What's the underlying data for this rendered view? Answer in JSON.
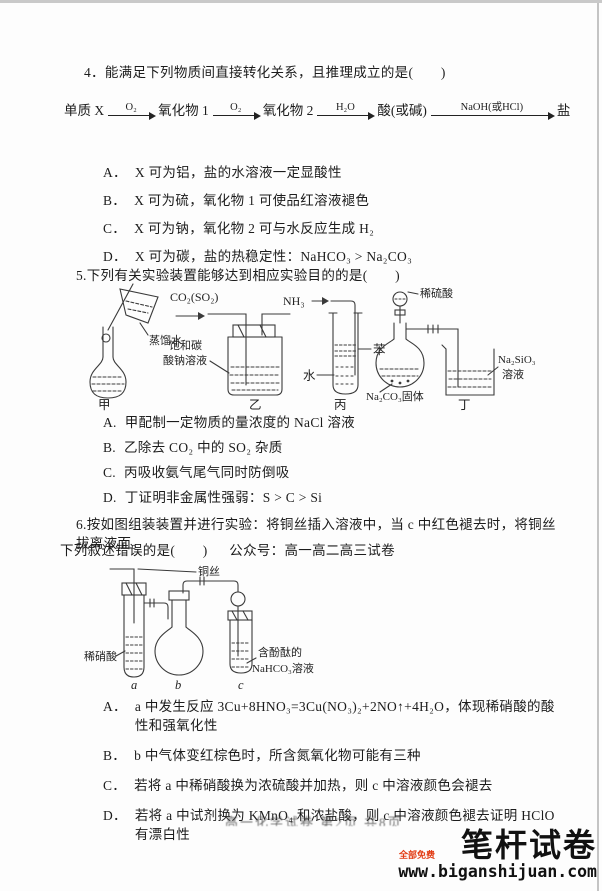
{
  "q4": {
    "stem": "4．能满足下列物质间直接转化关系，且推理成立的是(　　)",
    "flow": {
      "nodes": [
        "单质 X",
        "氧化物 1",
        "氧化物 2",
        "酸(或碱)",
        "盐"
      ],
      "arrows": [
        "O₂",
        "O₂",
        "H₂O",
        "NaOH(或HCl)"
      ]
    },
    "options": [
      {
        "label": "A．",
        "text": "X 可为铝，盐的水溶液一定显酸性"
      },
      {
        "label": "B．",
        "text": "X 可为硫，氧化物 1 可使品红溶液褪色"
      },
      {
        "label": "C．",
        "text": "X 可为钠，氧化物 2 可与水反应生成 H₂"
      },
      {
        "label": "D．",
        "text": "X 可为碳，盐的热稳定性：NaHCO₃ > Na₂CO₃"
      }
    ]
  },
  "q5": {
    "stem": "5.下列有关实验装置能够达到相应实验目的的是(　　)",
    "figure": {
      "jia": {
        "caption": "甲",
        "water": "蒸馏水"
      },
      "yi": {
        "caption": "乙",
        "gas": "CO₂(SO₂)",
        "label1": "饱和碳",
        "label2": "酸钠溶液"
      },
      "bing": {
        "caption": "丙",
        "gas": "NH₃",
        "benzene": "苯",
        "water": "水"
      },
      "ding": {
        "caption": "丁",
        "acid": "稀硫酸",
        "solid": "Na₂CO₃固体",
        "sol1": "Na₂SiO₃",
        "sol2": "溶液"
      }
    },
    "options": [
      {
        "label": "A.",
        "text": "甲配制一定物质的量浓度的 NaCl 溶液"
      },
      {
        "label": "B.",
        "text": "乙除去 CO₂ 中的 SO₂ 杂质"
      },
      {
        "label": "C.",
        "text": "丙吸收氨气尾气同时防倒吸"
      },
      {
        "label": "D.",
        "text": "丁证明非金属性强弱：S > C > Si"
      }
    ]
  },
  "q6": {
    "stem_line1": "6.按如图组装装置并进行实验：将铜丝插入溶液中，当 c 中红色褪去时，将铜丝拔离液面。",
    "stem_line2": "下列叙述错误的是(　　)",
    "note": "公众号：高一高二高三试卷",
    "figure": {
      "wire": "铜丝",
      "acid": "稀硝酸",
      "sol1": "含酚酞的",
      "sol2": "NaHCO₃溶液",
      "cap_a": "a",
      "cap_b": "b",
      "cap_c": "c"
    },
    "options": [
      {
        "label": "A．",
        "text": "a 中发生反应 3Cu+8HNO₃=3Cu(NO₃)₂+2NO↑+4H₂O，体现稀硝酸的酸性和强氧化性"
      },
      {
        "label": "B．",
        "text": "b 中气体变红棕色时，所含氮氧化物可能有三种"
      },
      {
        "label": "C．",
        "text": "若将 a 中稀硝酸换为浓硫酸并加热，则 c 中溶液颜色会褪去"
      },
      {
        "label": "D．",
        "text": "若将 a 中试剂换为 KMnO₄ 和浓盐酸，则 c 中溶液颜色褪去证明 HClO 有漂白性"
      }
    ]
  },
  "footer": {
    "clipped_text": "高一化学试卷 第2页 共8页"
  },
  "watermark": {
    "title": "笔杆试卷",
    "tagline": "全部免费",
    "url": "www.biganshijuan.com",
    "accent_color": "#e23c14"
  }
}
